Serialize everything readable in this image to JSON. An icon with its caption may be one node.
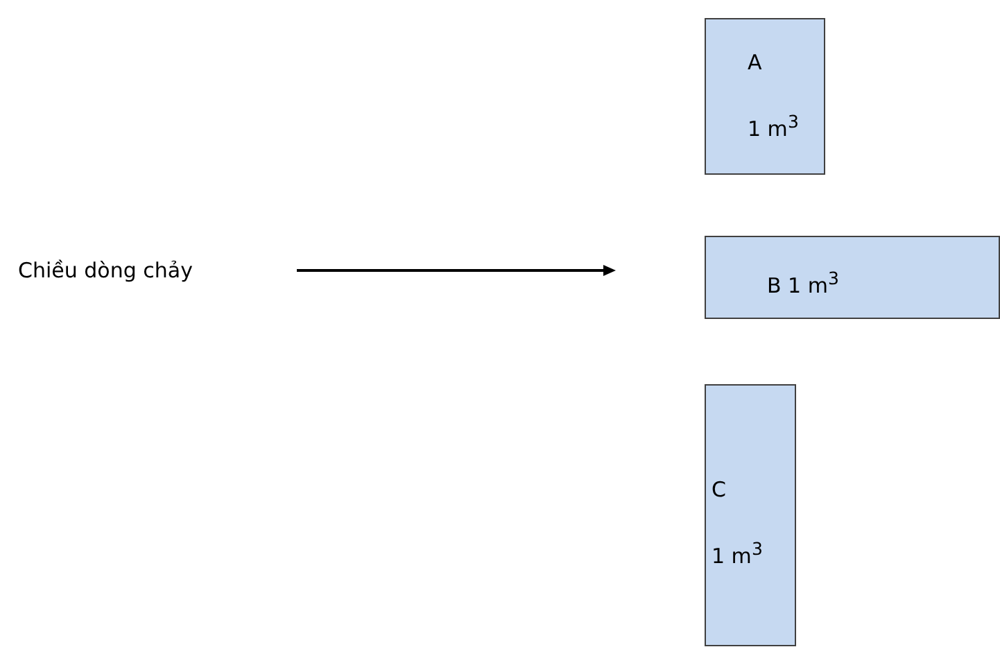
{
  "diagram": {
    "nodes": [
      {
        "text": [
          "A",
          "1 m$^{3}$"
        ]
      },
      {
        "text": [
          "B 1 m$^{3}$"
        ]
      },
      {
        "text": [
          "C",
          "1 m$^{3}$"
        ]
      }
    ],
    "labels": [
      "Chiều dòng chảy"
    ]
  }
}
